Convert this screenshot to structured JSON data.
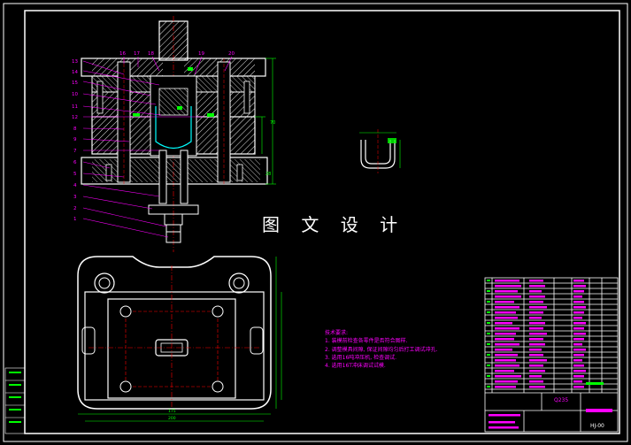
{
  "watermark": "图 文 设 计",
  "tech_notes": {
    "title": "技术要求:",
    "items": [
      "1. 装模前检查各零件是否符合图样.",
      "2. 调整模具间隙, 保证间隙均匀后打工调试冲孔.",
      "3. 选用16吨冲压机, 检查调试.",
      "4. 选用16T冲床调试试模."
    ]
  },
  "title_block": {
    "material": "Q235",
    "drawing_no": "HJ-00"
  },
  "callouts_left": [
    "13",
    "14",
    "15",
    "10",
    "11",
    "12",
    "8",
    "9",
    "7",
    "6",
    "5",
    "4",
    "3",
    "2",
    "1"
  ],
  "callouts_top": [
    "16",
    "17",
    "18",
    "19",
    "20"
  ],
  "colors": {
    "background": "#000000",
    "outline": "#ffffff",
    "dimension": "#00ff00",
    "leader": "#ff00ff",
    "centerline": "#ff0000",
    "hatch": "#ffffff"
  }
}
